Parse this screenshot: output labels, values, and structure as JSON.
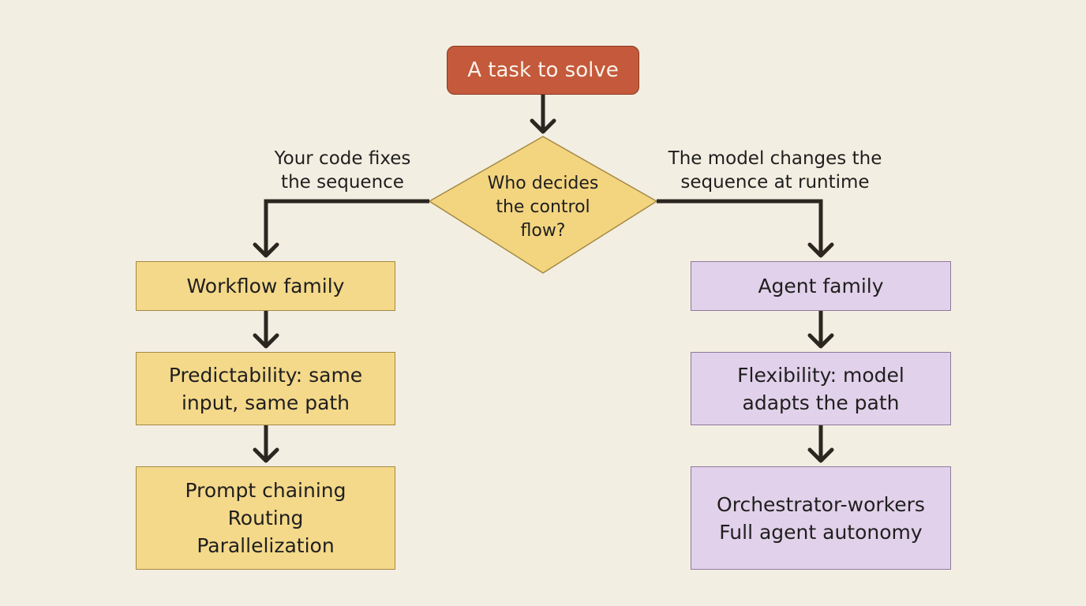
{
  "start": {
    "label": "A task to solve"
  },
  "decision": {
    "lines": [
      "Who decides",
      "the control",
      "flow?"
    ]
  },
  "branches": {
    "left": {
      "lines": [
        "Your code fixes",
        "the sequence"
      ]
    },
    "right": {
      "lines": [
        "The model changes the",
        "sequence at runtime"
      ]
    }
  },
  "workflow": {
    "family": {
      "label": "Workflow family"
    },
    "trait": {
      "lines": [
        "Predictability: same",
        "input, same path"
      ]
    },
    "patterns": {
      "lines": [
        "Prompt chaining",
        "Routing",
        "Parallelization"
      ]
    }
  },
  "agent": {
    "family": {
      "label": "Agent family"
    },
    "trait": {
      "lines": [
        "Flexibility: model",
        "adapts the path"
      ]
    },
    "patterns": {
      "lines": [
        "Orchestrator-workers",
        "Full agent autonomy"
      ]
    }
  },
  "colors": {
    "background": "#f3eee2",
    "start_fill": "#c45a3b",
    "decision_fill": "#f3d57f",
    "workflow_fill": "#f4d98a",
    "agent_fill": "#e2d1ea",
    "connector": "#2b2620"
  }
}
